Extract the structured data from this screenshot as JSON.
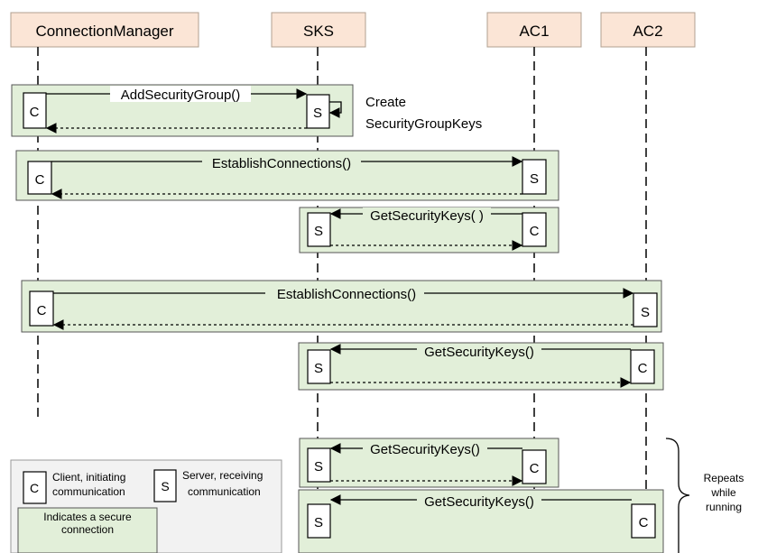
{
  "participants": {
    "cm": "ConnectionManager",
    "sks": "SKS",
    "ac1": "AC1",
    "ac2": "AC2"
  },
  "roles": {
    "client": "C",
    "server": "S"
  },
  "messages": {
    "add_security_group": "AddSecurityGroup()",
    "create_note_line1": "Create",
    "create_note_line2": "SecurityGroupKeys",
    "establish_ac1": "EstablishConnections()",
    "get_keys_ac1": "GetSecurityKeys( )",
    "establish_ac2": "EstablishConnections()",
    "get_keys_ac2": "GetSecurityKeys()",
    "get_keys_ac1_repeat": "GetSecurityKeys()",
    "get_keys_ac2_repeat": "GetSecurityKeys()"
  },
  "repeat_note": {
    "line1": "Repeats",
    "line2": "while",
    "line3": "running"
  },
  "legend": {
    "client_line1": "Client, initiating",
    "client_line2": "communication",
    "server_line1": "Server, receiving",
    "server_line2": "communication",
    "secure_line1": "Indicates a secure",
    "secure_line2": "connection"
  },
  "colors": {
    "participant_fill": "#fbe5d6",
    "secure_fill": "#e2efd9",
    "legend_fill": "#f2f2f2"
  }
}
